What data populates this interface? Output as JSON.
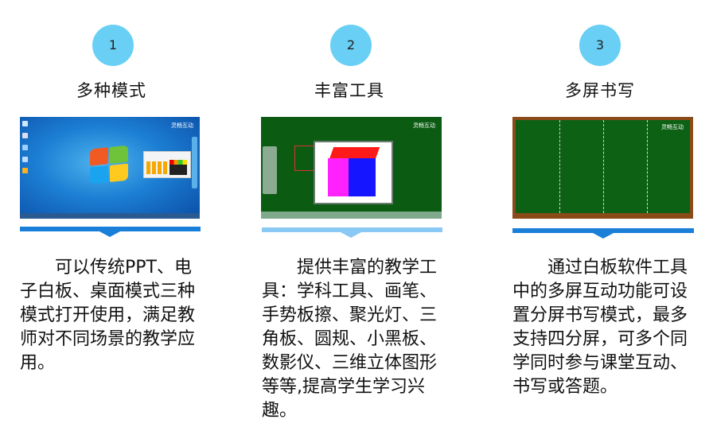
{
  "features": [
    {
      "number": "1",
      "title": "多种模式",
      "description": "可以传统PPT、电子白板、桌面模式三种模式打开使用，满足教师对不同场景的教学应用。",
      "screenshot": "windows-desktop-mode",
      "bar_color": "#1a7fd9"
    },
    {
      "number": "2",
      "title": "丰富工具",
      "description": "提供丰富的教学工具：学科工具、画笔、手势板擦、聚光灯、三角板、圆规、小黑板、数影仪、三维立体图形等等,提高学生学习兴趣。",
      "screenshot": "whiteboard-tools-3d-cube",
      "bar_color": "#8ac8f5"
    },
    {
      "number": "3",
      "title": "多屏书写",
      "description": "通过白板软件工具中的多屏互动功能可设置分屏书写模式，最多支持四分屏，可多个同学同时参与课堂互动、书写或答题。",
      "screenshot": "split-screen-chalkboard",
      "bar_color": "#1a7fd9"
    }
  ],
  "logo_text": "灵畅互动",
  "colors": {
    "circle": "#6acff4",
    "text": "#111111"
  }
}
